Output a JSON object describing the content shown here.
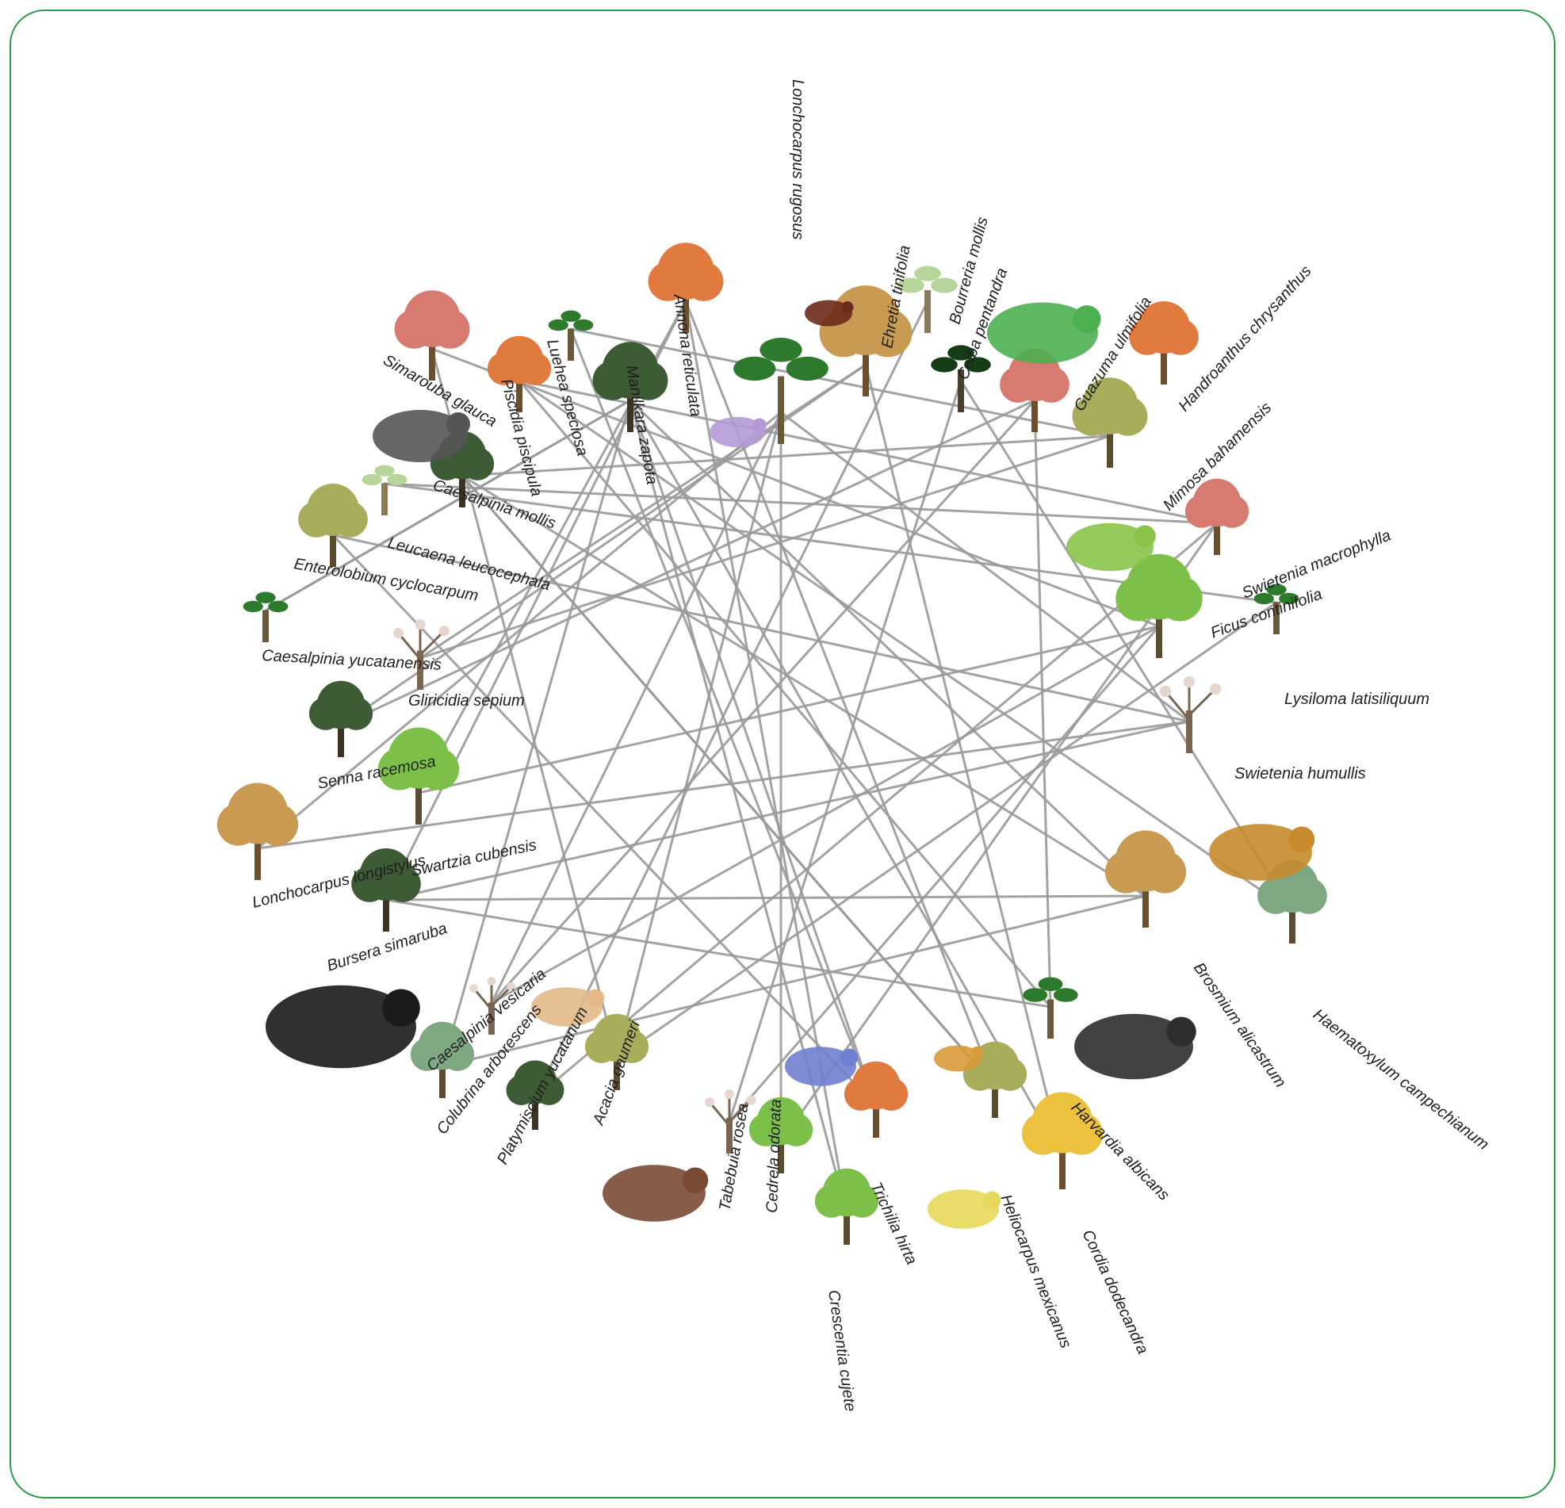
{
  "colors": {
    "frame": "#2a9d4b",
    "links": "#9a9a9a",
    "label": "#1f1f1f"
  },
  "species": [
    {
      "id": "lonchocarpus-rugosus",
      "label": "Lonchocarpus rugosus",
      "icon": "palm-tree-icon"
    },
    {
      "id": "ehretia-tinifolia",
      "label": "Ehretia tinifolia",
      "icon": "tan-tree-icon"
    },
    {
      "id": "bourreria-mollis",
      "label": "Bourreria mollis",
      "icon": "pale-palm-icon"
    },
    {
      "id": "ceiba-pentandra",
      "label": "Ceiba pentandra",
      "icon": "dark-palm-icon"
    },
    {
      "id": "guazuma-ulmifolia",
      "label": "Guazuma ulmifolia",
      "icon": "red-tree-icon"
    },
    {
      "id": "handroanthus-chrysanthus",
      "label": "Handroanthus chrysanthus",
      "icon": "orange-tree-icon"
    },
    {
      "id": "mimosa-bahamensis",
      "label": "Mimosa bahamensis",
      "icon": "olive-tree-icon"
    },
    {
      "id": "swietenia-macrophylla",
      "label": "Swietenia macrophylla",
      "icon": "red-tree-icon"
    },
    {
      "id": "ficus-continifolia",
      "label": "Ficus continifolia",
      "icon": "green-tree-icon"
    },
    {
      "id": "lysiloma-latisiliquum",
      "label": "Lysiloma latisiliquum",
      "icon": "palm-tree-icon"
    },
    {
      "id": "swietenia-humullis",
      "label": "Swietenia humullis",
      "icon": "bare-tree-icon"
    },
    {
      "id": "haematoxylum-campechianum",
      "label": "Haematoxylum campechianum",
      "icon": "sage-tree-icon"
    },
    {
      "id": "brosmium-alicastrum",
      "label": "Brosmium alicastrum",
      "icon": "tan-tree-icon"
    },
    {
      "id": "harvardia-albicans",
      "label": "Harvardia albicans",
      "icon": "palm-tree-icon"
    },
    {
      "id": "cordia-dodecandra",
      "label": "Cordia dodecandra",
      "icon": "yellow-tree-icon"
    },
    {
      "id": "heliocarpus-mexicanus",
      "label": "Heliocarpus mexicanus",
      "icon": "olive-tree-icon"
    },
    {
      "id": "trichilia-hirta",
      "label": "Trichilia hirta",
      "icon": "orange-tree-icon"
    },
    {
      "id": "crescentia-cujete",
      "label": "Crescentia cujete",
      "icon": "green-tree-icon"
    },
    {
      "id": "cedrela-odorata",
      "label": "Cedrela odorata",
      "icon": "green-tree-icon"
    },
    {
      "id": "tabebuia-rosea",
      "label": "Tabebuia rosea",
      "icon": "bare-tree-icon"
    },
    {
      "id": "acacia-gaumeri",
      "label": "Acacia gaumeri",
      "icon": "olive-tree-icon"
    },
    {
      "id": "platymiscium-yucatanum",
      "label": "Platymiscium yucatanum",
      "icon": "dark-tree-icon"
    },
    {
      "id": "colubrina-arborescens",
      "label": "Colubrina arborescens",
      "icon": "sage-tree-icon"
    },
    {
      "id": "caesalpinia-vesicaria",
      "label": "Caesalpinia vesicaria",
      "icon": "bare-tree-icon"
    },
    {
      "id": "bursera-simaruba",
      "label": "Bursera simaruba",
      "icon": "dark-tree-icon"
    },
    {
      "id": "swartzia-cubensis",
      "label": "Swartzia cubensis",
      "icon": "green-tree-icon"
    },
    {
      "id": "lonchocarpus-longistylus",
      "label": "Lonchocarpus longistylus",
      "icon": "tan-tree-icon"
    },
    {
      "id": "senna-racemosa",
      "label": "Senna racemosa",
      "icon": "dark-tree-icon"
    },
    {
      "id": "gliricidia-sepium",
      "label": "Gliricidia sepium",
      "icon": "bare-tree-icon"
    },
    {
      "id": "caesalpinia-yucatanensis",
      "label": "Caesalpinia yucatanensis",
      "icon": "palm-tree-icon"
    },
    {
      "id": "enterolobium-cyclocarpum",
      "label": "Enterolobium cyclocarpum",
      "icon": "olive-tree-icon"
    },
    {
      "id": "leucaena-leucocephala",
      "label": "Leucaena leucocephala",
      "icon": "pale-palm-icon"
    },
    {
      "id": "caesalpinia-mollis",
      "label": "Caesalpinia mollis",
      "icon": "dark-tree-icon"
    },
    {
      "id": "simarouba-glauca",
      "label": "Simarouba glauca",
      "icon": "red-tree-icon"
    },
    {
      "id": "piscidia-piscipula",
      "label": "Piscidia piscipula",
      "icon": "orange-tree-icon"
    },
    {
      "id": "luehea-speciosa",
      "label": "Luehea speciosa",
      "icon": "palm-tree-icon"
    },
    {
      "id": "manilkara-zapota",
      "label": "Manilkara zapota",
      "icon": "dark-tree-icon"
    },
    {
      "id": "annona-reticulata",
      "label": "Annona reticulata",
      "icon": "orange-tree-icon"
    }
  ],
  "fauna": [
    {
      "id": "leafcutter-ant",
      "icon": "ant-icon"
    },
    {
      "id": "parrot",
      "icon": "parrot-icon"
    },
    {
      "id": "hummingbird",
      "icon": "hummingbird-icon"
    },
    {
      "id": "honeybee",
      "icon": "bee-icon"
    },
    {
      "id": "bat",
      "icon": "bat-icon"
    },
    {
      "id": "orchid",
      "icon": "orchid-icon"
    },
    {
      "id": "moth",
      "icon": "moth-icon"
    },
    {
      "id": "blue-butterfly",
      "icon": "butterfly-icon"
    },
    {
      "id": "pale-butterfly",
      "icon": "butterfly-icon"
    },
    {
      "id": "tapir",
      "icon": "tapir-icon"
    },
    {
      "id": "howler-monkey",
      "icon": "monkey-icon"
    },
    {
      "id": "squirrel",
      "icon": "squirrel-icon"
    },
    {
      "id": "roots-fungi",
      "icon": "roots-icon"
    }
  ],
  "links": [
    [
      "simarouba-glauca",
      "ficus-continifolia"
    ],
    [
      "simarouba-glauca",
      "acacia-gaumeri"
    ],
    [
      "piscidia-piscipula",
      "swietenia-macrophylla"
    ],
    [
      "piscidia-piscipula",
      "harvardia-albicans"
    ],
    [
      "luehea-speciosa",
      "trichilia-hirta"
    ],
    [
      "luehea-speciosa",
      "mimosa-bahamensis"
    ],
    [
      "manilkara-zapota",
      "colubrina-arborescens"
    ],
    [
      "manilkara-zapota",
      "crescentia-cujete"
    ],
    [
      "manilkara-zapota",
      "caesalpinia-yucatanensis"
    ],
    [
      "manilkara-zapota",
      "brosmium-alicastrum"
    ],
    [
      "annona-reticulata",
      "bursera-simaruba"
    ],
    [
      "annona-reticulata",
      "heliocarpus-mexicanus"
    ],
    [
      "lonchocarpus-rugosus",
      "caesalpinia-vesicaria"
    ],
    [
      "lonchocarpus-rugosus",
      "acacia-gaumeri"
    ],
    [
      "lonchocarpus-rugosus",
      "swietenia-humullis"
    ],
    [
      "lonchocarpus-rugosus",
      "cedrela-odorata"
    ],
    [
      "lonchocarpus-rugosus",
      "lonchocarpus-longistylus"
    ],
    [
      "ehretia-tinifolia",
      "gliricidia-sepium"
    ],
    [
      "ehretia-tinifolia",
      "cordia-dodecandra"
    ],
    [
      "bourreria-mollis",
      "platymiscium-yucatanum"
    ],
    [
      "ceiba-pentandra",
      "haematoxylum-campechianum"
    ],
    [
      "ceiba-pentandra",
      "tabebuia-rosea"
    ],
    [
      "guazuma-ulmifolia",
      "senna-racemosa"
    ],
    [
      "guazuma-ulmifolia",
      "harvardia-albicans"
    ],
    [
      "mimosa-bahamensis",
      "caesalpinia-mollis"
    ],
    [
      "swietenia-macrophylla",
      "platymiscium-yucatanum"
    ],
    [
      "swietenia-macrophylla",
      "leucaena-leucocephala"
    ],
    [
      "ficus-continifolia",
      "swartzia-cubensis"
    ],
    [
      "ficus-continifolia",
      "caesalpinia-vesicaria"
    ],
    [
      "lysiloma-latisiliquum",
      "acacia-gaumeri"
    ],
    [
      "swietenia-humullis",
      "bursera-simaruba"
    ],
    [
      "swietenia-humullis",
      "enterolobium-cyclocarpum"
    ],
    [
      "swietenia-humullis",
      "lonchocarpus-longistylus"
    ],
    [
      "haematoxylum-campechianum",
      "piscidia-piscipula"
    ],
    [
      "brosmium-alicastrum",
      "colubrina-arborescens"
    ],
    [
      "brosmium-alicastrum",
      "caesalpinia-mollis"
    ],
    [
      "harvardia-albicans",
      "bursera-simaruba"
    ],
    [
      "cordia-dodecandra",
      "manilkara-zapota"
    ],
    [
      "heliocarpus-mexicanus",
      "caesalpinia-mollis"
    ],
    [
      "trichilia-hirta",
      "manilkara-zapota"
    ],
    [
      "crescentia-cujete",
      "annona-reticulata"
    ],
    [
      "cedrela-odorata",
      "swietenia-macrophylla"
    ],
    [
      "tabebuia-rosea",
      "ficus-continifolia"
    ],
    [
      "caesalpinia-vesicaria",
      "guazuma-ulmifolia"
    ],
    [
      "bursera-simaruba",
      "brosmium-alicastrum"
    ],
    [
      "swartzia-cubensis",
      "annona-reticulata"
    ],
    [
      "senna-racemosa",
      "ehretia-tinifolia"
    ],
    [
      "gliricidia-sepium",
      "mimosa-bahamensis"
    ],
    [
      "enterolobium-cyclocarpum",
      "trichilia-hirta"
    ],
    [
      "leucaena-leucocephala",
      "lysiloma-latisiliquum"
    ],
    [
      "caesalpinia-mollis",
      "heliocarpus-mexicanus"
    ],
    [
      "caesalpinia-yucatanensis",
      "manilkara-zapota"
    ]
  ]
}
